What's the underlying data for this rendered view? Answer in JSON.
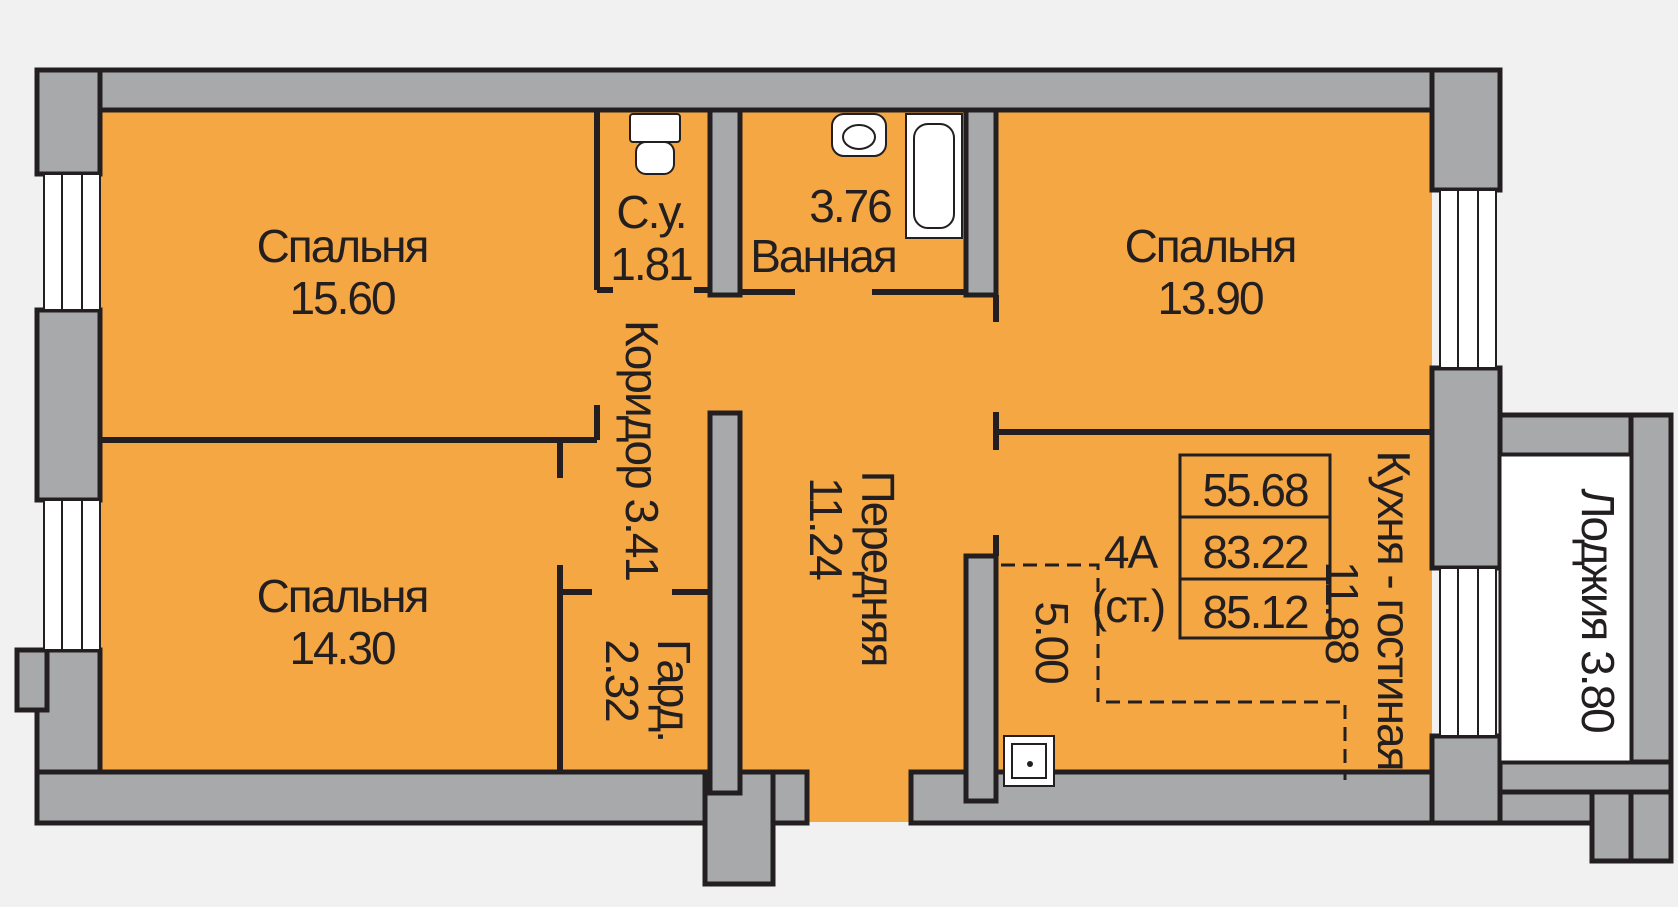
{
  "plan": {
    "rooms": {
      "bedroom_top_left": {
        "name": "Спальня",
        "area": "15.60"
      },
      "bedroom_bottom_left": {
        "name": "Спальня",
        "area": "14.30"
      },
      "toilet": {
        "name": "С.у.",
        "area": "1.81"
      },
      "bathroom": {
        "name": "Ванная",
        "area": "3.76"
      },
      "bedroom_right": {
        "name": "Спальня",
        "area": "13.90"
      },
      "corridor": {
        "name": "Коридор 3.41"
      },
      "hall": {
        "name": "Передняя",
        "area": "11.24"
      },
      "wardrobe": {
        "name": "Гард.",
        "area": "2.32"
      },
      "kitchen": {
        "name": "Кухня - гостиная",
        "area": "11.88"
      },
      "kitchen_zone": {
        "area": "5.00"
      },
      "loggia": {
        "name": "Лоджия 3.80"
      }
    },
    "apartment": {
      "type": "4А",
      "note": "(ст.)",
      "area_living": "55.68",
      "area_total": "83.22",
      "area_total_loggia": "85.12"
    },
    "colors": {
      "room": "#f5a744",
      "wall": "#a8a9ab",
      "background": "#f0f1f0",
      "line": "#231f20"
    }
  }
}
